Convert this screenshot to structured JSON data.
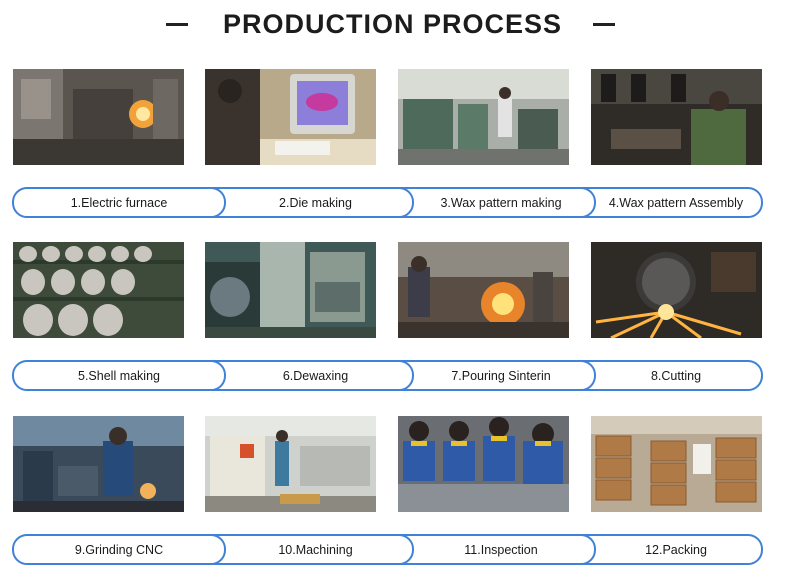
{
  "header": {
    "title": "PRODUCTION PROCESS"
  },
  "steps": [
    {
      "label": "1.Electric furnace"
    },
    {
      "label": "2.Die making"
    },
    {
      "label": "3.Wax pattern making"
    },
    {
      "label": "4.Wax pattern Assembly"
    },
    {
      "label": "5.Shell making"
    },
    {
      "label": "6.Dewaxing"
    },
    {
      "label": "7.Pouring Sinterin"
    },
    {
      "label": "8.Cutting"
    },
    {
      "label": "9.Grinding CNC"
    },
    {
      "label": "10.Machining"
    },
    {
      "label": "11.Inspection"
    },
    {
      "label": "12.Packing"
    }
  ],
  "colors": {
    "pill_border": "#3f82d6",
    "title": "#1c1c1c"
  }
}
